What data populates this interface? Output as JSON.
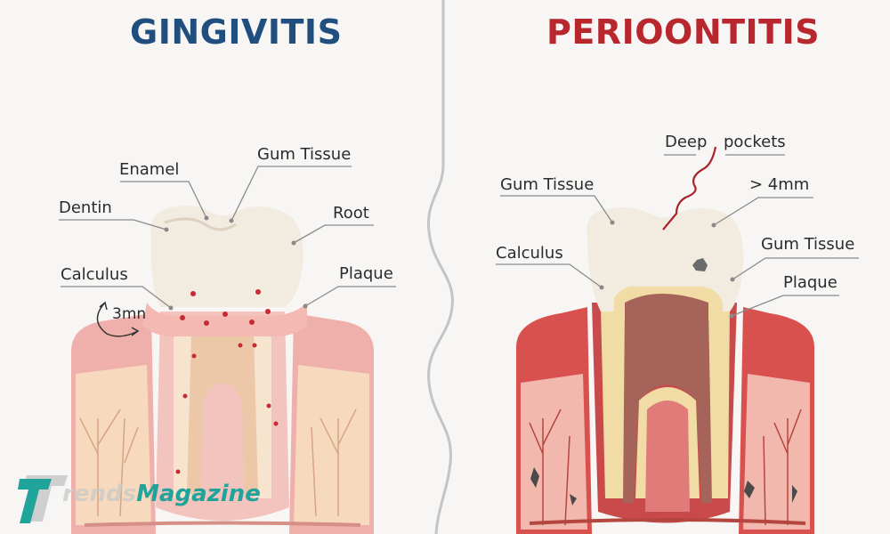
{
  "titles": {
    "left": "GINGIVITIS",
    "right": "PERIOONTITIS"
  },
  "colors": {
    "left_title": "#1f4e7f",
    "right_title": "#b8262e",
    "background": "#f7f6f4",
    "divider": "#c4c4c4",
    "logo_teal": "#1fa39a"
  },
  "gingivitis_labels": {
    "enamel": "Enamel",
    "gum_tissue": "Gum Tissue",
    "dentin": "Dentin",
    "root": "Root",
    "calculus": "Calculus",
    "plaque": "Plaque",
    "depth": "3mn"
  },
  "periodontitis_labels": {
    "deep_pockets_1": "Deep",
    "deep_pockets_2": "pockets",
    "gum_tissue_top": "Gum Tissue",
    "depth": "> 4mm",
    "calculus": "Calculus",
    "gum_tissue_side": "Gum Tissue",
    "plaque": "Plaque"
  },
  "watermark": {
    "letter": "T",
    "part1": "rends",
    "part2": "Magazine"
  }
}
